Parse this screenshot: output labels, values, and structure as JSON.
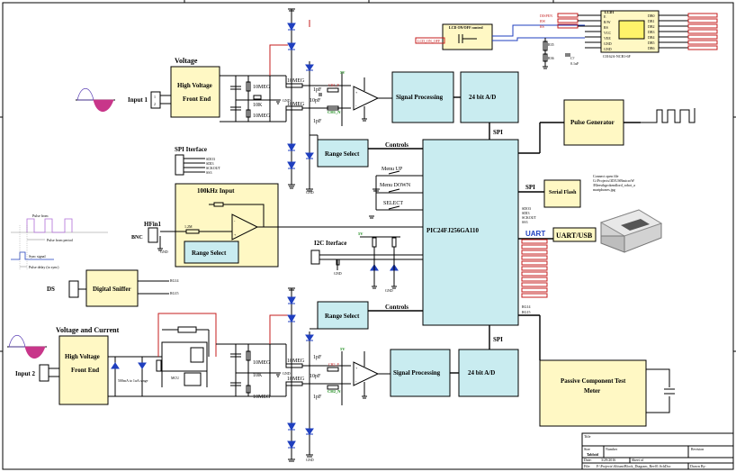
{
  "blocks": {
    "voltage_title": "Voltage",
    "hv_front_end_1_line1": "High Voltage",
    "hv_front_end_1_line2": "Front End",
    "input1": "Input 1",
    "signal_processing_1": "Signal Processing",
    "adc_1": "24 bit A/D",
    "spi_1": "SPI",
    "range_select_1": "Range Select",
    "controls_1": "Controls",
    "mcu": "PIC24FJ256GA110",
    "pulse_generator": "Pulse Generator",
    "spi_interface_title": "SPI Iterface",
    "spi_pins": [
      "SDO3",
      "SDI3",
      "SCKOUT",
      "SS3"
    ],
    "khz_input_title": "100kHz Input",
    "range_select_mid": "Range Select",
    "hfin": "HFin1",
    "bnc": "BNC",
    "r_1m2": "1.2M",
    "menu_up": "Menu UP",
    "menu_down": "Menu DOWN",
    "select": "SELECT",
    "i2c_title": "I2C Iterface",
    "spi_mid": "SPI",
    "serial_flash": "Serial Flash",
    "mcu_spi_pins": [
      "SDO3",
      "SDI3",
      "SCKOUT",
      "SS3"
    ],
    "uart_usb": "UART/USB",
    "uart": "UART",
    "ds": "DS",
    "digital_sniffer": "Digital Sniffer",
    "rg14": "RG14",
    "rg15": "RG15",
    "vc_title": "Voltage and Current",
    "hv_front_end_2_line1": "High Voltage",
    "hv_front_end_2_line2": "Front End",
    "input2": "Input 2",
    "range_select_2": "Range Select",
    "controls_2": "Controls",
    "signal_processing_2": "Signal Processing",
    "adc_2": "24 bit A/D",
    "spi_2": "SPI",
    "passive_line1": "Passive Component Test",
    "passive_line2": "Meter",
    "rg14_b": "RG14",
    "rg15_b": "RG15",
    "range_note": "500mA to 1uA range",
    "mcu_small": "MCU",
    "res_10meg_a": "10MEG",
    "res_10meg_b": "10MEG",
    "res_10k": "10K",
    "res_10meg_c": "10MEG",
    "res_10meg_d": "10MEG",
    "res_10meg_e": "10MEG",
    "res_10k_b": "10K",
    "res_10meg_f": "10MEG",
    "cap_1pf_a": "1pF",
    "cap_10pf": "10pF",
    "cap_1pf_b": "1pF",
    "cap_1pf_c": "1pF",
    "cap_10pf_b": "10pF",
    "cap_1pf_d": "1pF",
    "lcd_onoff": "LCD ON/OFF control",
    "lcd_title": "LCD1",
    "lcd_part": "C0162A-NCB1-6F",
    "lcd_left_pins": [
      "DISPEN",
      "RW",
      "RS"
    ],
    "lcd_right_pins": [
      "DB0",
      "DB1",
      "DB2",
      "DB3",
      "DB4",
      "DB5",
      "DB6",
      "DB7"
    ],
    "lcd_mid_pins": [
      "E",
      "R/W",
      "RS",
      "VCC",
      "VEE",
      "GND",
      "GND"
    ],
    "usb_note": [
      "Connect open file",
      "G:\\Projects\\3D\\USBmicroW",
      "\\Bleesthgrokendlord_robot_a",
      "martphones.jpg"
    ],
    "pulse_from": "Pulse from",
    "pulse_from_period": "Pulse from period",
    "sync_signal": "Sync signal",
    "pulse_delay": "Pulse delay (to sync)",
    "gnd": "GND",
    "title_block": {
      "title": "Title",
      "size": "Size",
      "size_val": "Tabloid",
      "number": "Number",
      "revision": "Revision",
      "date": "Date:",
      "date_val": "3/29/2016",
      "sheet": "Sheet   of",
      "file": "File:",
      "file_val": "F:\\Projects\\Altium\\Block_Diagram_Rev01.SchDoc",
      "drawn_by": "Drawn By:"
    }
  },
  "colors": {
    "yellow_block": "#fff8c4",
    "cyan_block": "#c9ecf0",
    "wire": "#000000",
    "net_label": "#c41e1e",
    "diode": "#1f3fbf",
    "sine": "#c8368a"
  }
}
